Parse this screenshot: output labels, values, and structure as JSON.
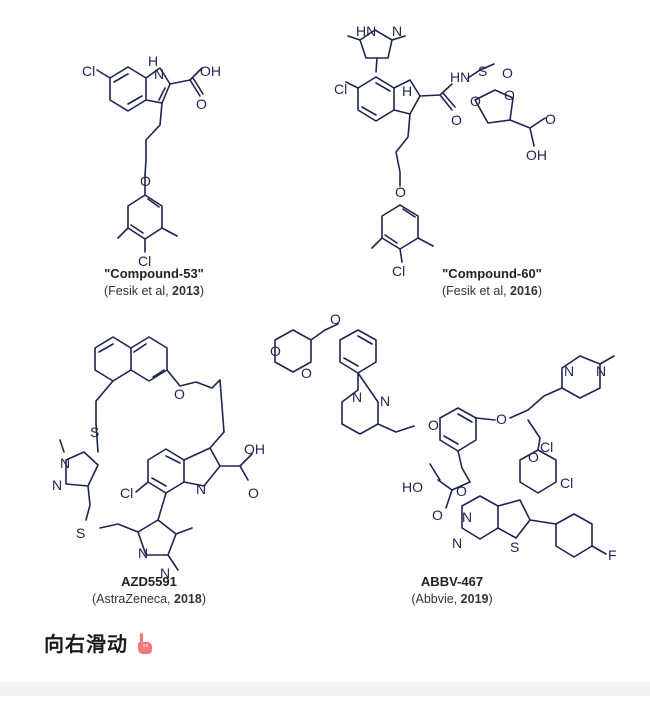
{
  "compounds": [
    {
      "name": "\"Compound-53\"",
      "ref_prefix": "(Fesik et al, ",
      "ref_year": "2013",
      "ref_suffix": ")"
    },
    {
      "name": "\"Compound-60\"",
      "ref_prefix": "(Fesik et al, ",
      "ref_year": "2016",
      "ref_suffix": ")"
    },
    {
      "name": "AZD5591",
      "ref_prefix": "(AstraZeneca, ",
      "ref_year": "2018",
      "ref_suffix": ")"
    },
    {
      "name": "ABBV-467",
      "ref_prefix": "(Abbvie, ",
      "ref_year": "2019",
      "ref_suffix": ")"
    }
  ],
  "atoms": {
    "cl": "Cl",
    "h": "H",
    "n": "N",
    "o": "O",
    "oh": "OH",
    "ho": "HO",
    "s": "S",
    "f": "F",
    "hn": "HN",
    "hn2": "HN",
    "n1": "N",
    "n2": "N"
  },
  "swipe_hint": {
    "text": "向右滑动",
    "icon": "pointing-hand-icon"
  },
  "colors": {
    "structure": "#1f2450",
    "hand": "#f2797b",
    "divider": "#f2f2f2"
  }
}
